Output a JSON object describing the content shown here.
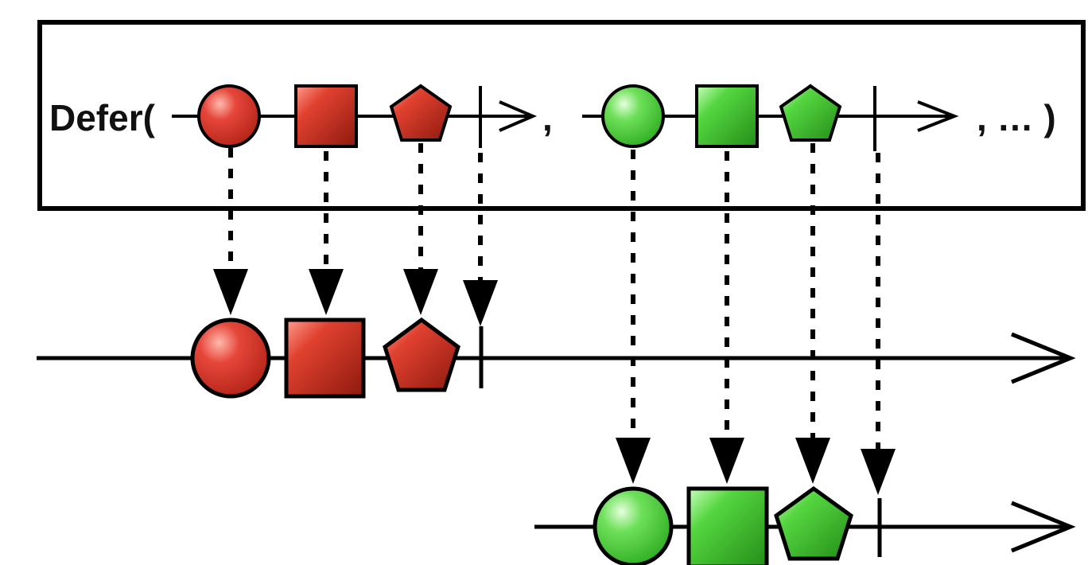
{
  "labels": {
    "defer_prefix": "Defer(",
    "separator": ",",
    "ellipsis_suffix": ", … )"
  },
  "sequence_items": [
    "circle",
    "square",
    "pentagon",
    "completion"
  ],
  "colors": {
    "red_light": "#f07a6a",
    "red_mid": "#e0412f",
    "red_dark": "#9a1c10",
    "green_light": "#a8f59a",
    "green_mid": "#4fd43a",
    "green_dark": "#1f8a16",
    "stroke": "#000000"
  },
  "icons": {
    "defer_box": "rectangle-frame",
    "timeline_arrow": "open-arrowhead",
    "emission_arrow": "dotted-arrow-down"
  }
}
